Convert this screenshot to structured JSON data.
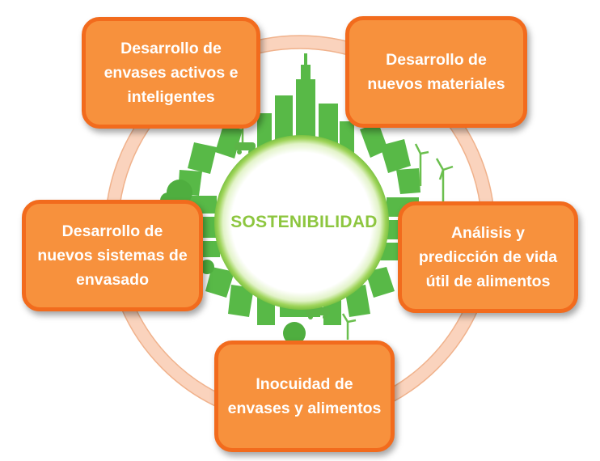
{
  "diagram": {
    "center": "SOSTENIBILIDAD",
    "nodes": {
      "top_left": "Desarrollo de envases activos e inteligentes",
      "top_right": "Desarrollo de nuevos materiales",
      "middle_left": "Desarrollo de nuevos sistemas de envasado",
      "middle_right": "Análisis y predicción de vida útil de alimentos",
      "bottom": "Inocuidad de envases y alimentos"
    },
    "colors": {
      "ring": "#fad3bd",
      "box_fill": "#f7913d",
      "box_border": "#f26b1d",
      "box_text": "#ffffff",
      "center_text": "#8dc63f",
      "city_green": "#58b947"
    },
    "icons": [
      "green-city-icon",
      "wind-turbine-icon",
      "tree-icon",
      "car-icon"
    ]
  }
}
